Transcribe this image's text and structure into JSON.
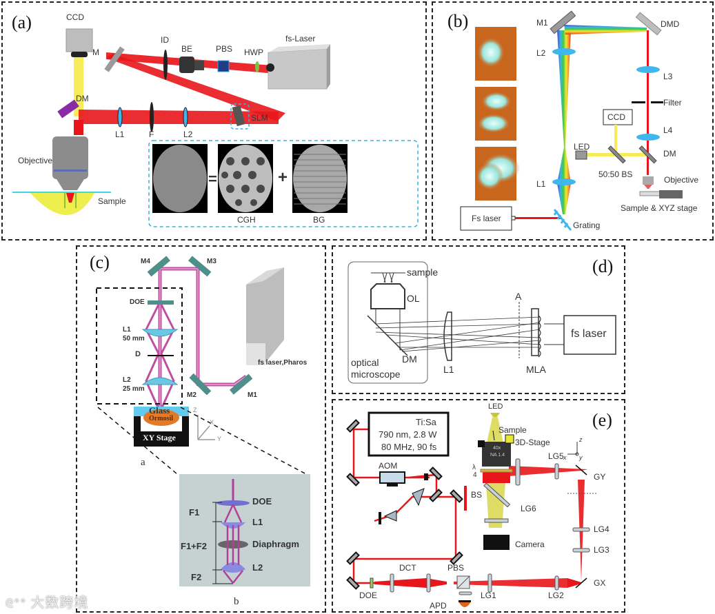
{
  "figure": {
    "panels": {
      "a": {
        "label": "(a)",
        "components": {
          "ccd": "CCD",
          "m": "M",
          "id": "ID",
          "be": "BE",
          "pbs": "PBS",
          "hwp": "HWP",
          "laser": "fs-Laser",
          "dm": "DM",
          "l1": "L1",
          "f": "F",
          "l2": "L2",
          "slm": "SLM",
          "objective": "Objective",
          "sample": "Sample"
        },
        "inset": {
          "equals": "=",
          "plus": "+",
          "cgh": "CGH",
          "bg": "BG"
        }
      },
      "b": {
        "label": "(b)",
        "components": {
          "m1": "M1",
          "dmd": "DMD",
          "l2": "L2",
          "l3": "L3",
          "filter": "Filter",
          "ccd": "CCD",
          "l4": "L4",
          "led": "LED",
          "dm": "DM",
          "bs": "50:50 BS",
          "objective": "Objective",
          "stage": "Sample & XYZ stage",
          "l1": "L1",
          "laser": "Fs laser",
          "grating": "Grating"
        }
      },
      "c": {
        "label": "(c)",
        "sub_a": "a",
        "sub_b": "b",
        "components": {
          "m4": "M4",
          "m3": "M3",
          "m2": "M2",
          "m1": "M1",
          "doe": "DOE",
          "l1": "L1",
          "l1_focal": "50 mm",
          "d": "D",
          "l2": "L2",
          "l2_focal": "25 mm",
          "laser": "fs laser,Pharos",
          "glass": "Glass",
          "ormosil": "Ormosil",
          "stage": "XY Stage",
          "axis_z": "Z",
          "axis_x": "X",
          "axis_y": "Y"
        },
        "detail": {
          "doe": "DOE",
          "l1": "L1",
          "diaphragm": "Diaphragm",
          "l2": "L2",
          "f1": "F1",
          "f1f2": "F1+F2",
          "f2": "F2"
        }
      },
      "d": {
        "label": "(d)",
        "components": {
          "sample": "sample",
          "ol": "OL",
          "dm": "DM",
          "microscope_line1": "optical",
          "microscope_line2": "microscope",
          "l1": "L1",
          "a": "A",
          "mla": "MLA",
          "laser": "fs laser"
        }
      },
      "e": {
        "label": "(e)",
        "laser_box": {
          "line1": "Ti:Sa",
          "line2": "790 nm, 2.8 W",
          "line3": "80 MHz, 90 fs"
        },
        "components": {
          "led": "LED",
          "sample": "Sample",
          "stage": "3D-Stage",
          "objective_mag": "40x",
          "objective_na": "NA 1.4",
          "qwp_num": "λ",
          "qwp_den": "4",
          "bs": "BS",
          "lg6": "LG6",
          "lg5": "LG5",
          "gy": "GY",
          "lg4": "LG4",
          "lg3": "LG3",
          "gx": "GX",
          "camera": "Camera",
          "aom": "AOM",
          "dct": "DCT",
          "pbs": "PBS",
          "doe": "DOE",
          "lg1": "LG1",
          "lg2": "LG2",
          "apd": "APD",
          "axis_z": "z",
          "axis_x": "x",
          "axis_y": "y"
        }
      }
    },
    "watermark": "大数跨境"
  },
  "colors": {
    "laser_red": "#e8161b",
    "led_yellow": "#f6ec5a",
    "beam_magenta": "#c04ea0",
    "inset_border": "#3ab0e0",
    "mirror_teal": "#4e8f8a",
    "lens_blue": "#3fb6ec",
    "orange_bg": "#c9661d"
  }
}
